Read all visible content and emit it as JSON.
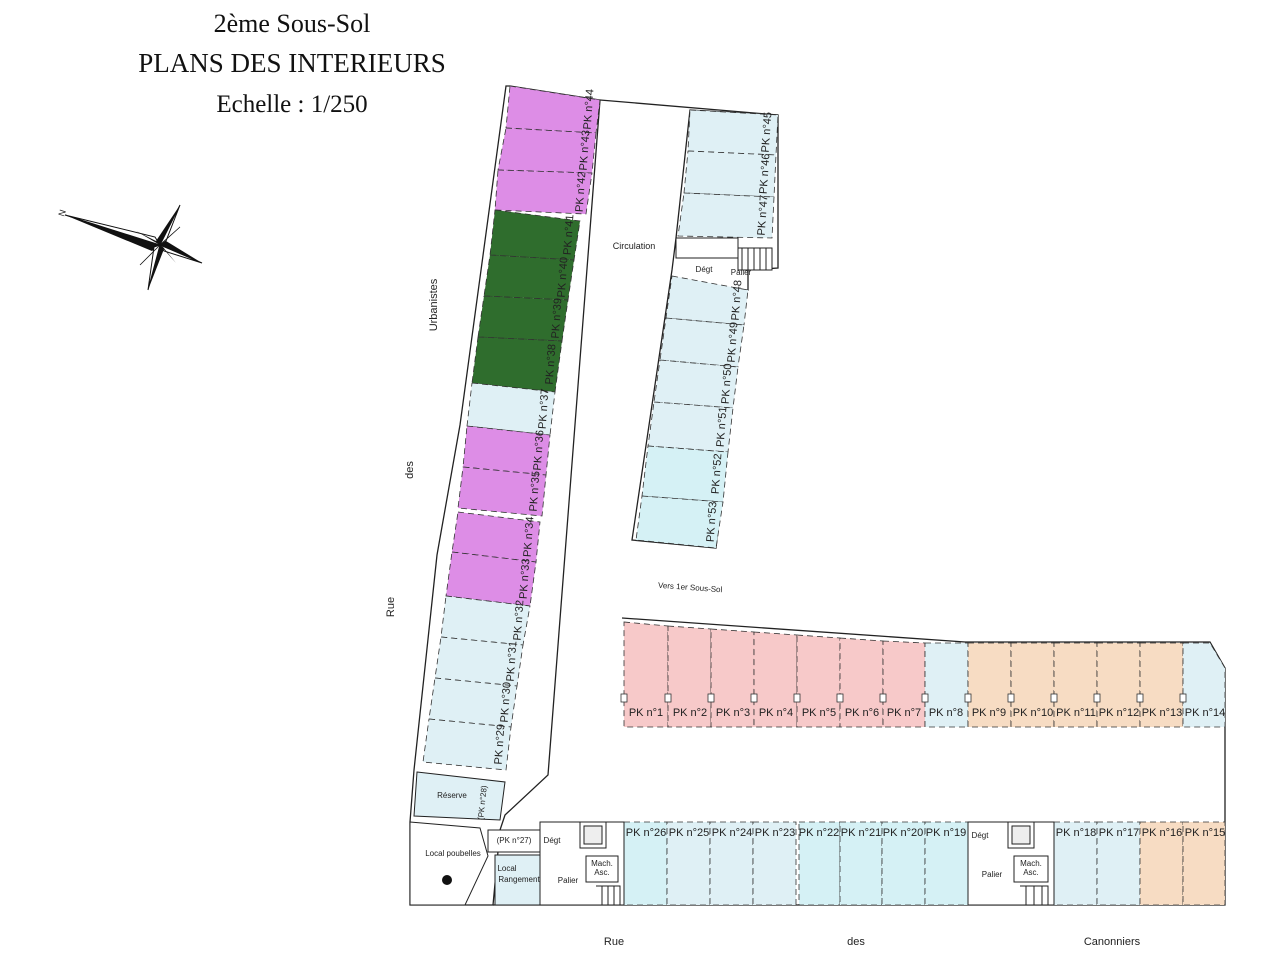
{
  "header": {
    "level": "2ème Sous-Sol",
    "title": "PLANS DES INTERIEURS",
    "scale": "Echelle : 1/250"
  },
  "compass": {
    "north_label": "N",
    "icon": "compass-rose-icon"
  },
  "labels": {
    "circulation": "Circulation",
    "degt_top": "Dégt",
    "palier_top": "Palier",
    "vers": "Vers 1er Sous-Sol",
    "reserve": "Réserve",
    "pk27": "(PK n°27)",
    "pk28": "(PK n°28)",
    "local_poubelles": "Local poubelles",
    "local_rangement_1": "Local",
    "local_rangement_2": "Rangement",
    "degt_bl": "Dégt",
    "palier_bl": "Palier",
    "mach_bl_1": "Mach.",
    "mach_bl_2": "Asc.",
    "degt_br": "Dégt",
    "palier_br": "Palier",
    "mach_br_1": "Mach.",
    "mach_br_2": "Asc."
  },
  "streets": {
    "left_rue": "Rue",
    "left_des": "des",
    "left_name": "Urbanistes",
    "bottom_rue": "Rue",
    "bottom_des": "des",
    "bottom_name": "Canonniers"
  },
  "colors": {
    "light_blue": "#dff0f5",
    "purple": "#dd8de6",
    "dark_green": "#2f6d2d",
    "pink": "#f7c9c9",
    "orange": "#f7dcc3",
    "cyan": "#d5f1f5",
    "outline": "#222222"
  },
  "parking_spaces": [
    {
      "id": "pk44",
      "label": "PK n°44",
      "color": "purple"
    },
    {
      "id": "pk43",
      "label": "PK n°43",
      "color": "purple"
    },
    {
      "id": "pk42",
      "label": "PK n°42",
      "color": "purple"
    },
    {
      "id": "pk41",
      "label": "PK n°41",
      "color": "dark_green"
    },
    {
      "id": "pk40",
      "label": "PK n°40",
      "color": "dark_green"
    },
    {
      "id": "pk39",
      "label": "PK n°39",
      "color": "dark_green"
    },
    {
      "id": "pk38",
      "label": "PK n°38",
      "color": "dark_green"
    },
    {
      "id": "pk37",
      "label": "PK n°37",
      "color": "light_blue"
    },
    {
      "id": "pk36",
      "label": "PK n°36",
      "color": "purple"
    },
    {
      "id": "pk35",
      "label": "PK n°35",
      "color": "purple"
    },
    {
      "id": "pk34",
      "label": "PK n°34",
      "color": "purple"
    },
    {
      "id": "pk33",
      "label": "PK n°33",
      "color": "purple"
    },
    {
      "id": "pk32",
      "label": "PK n°32",
      "color": "light_blue"
    },
    {
      "id": "pk31",
      "label": "PK n°31",
      "color": "light_blue"
    },
    {
      "id": "pk30",
      "label": "PK n°30",
      "color": "light_blue"
    },
    {
      "id": "pk29",
      "label": "PK n°29",
      "color": "light_blue"
    },
    {
      "id": "pk45",
      "label": "PK n°45",
      "color": "light_blue"
    },
    {
      "id": "pk46",
      "label": "PK n°46",
      "color": "light_blue"
    },
    {
      "id": "pk47",
      "label": "PK n°47",
      "color": "light_blue"
    },
    {
      "id": "pk48",
      "label": "PK n°48",
      "color": "light_blue"
    },
    {
      "id": "pk49",
      "label": "PK n°49",
      "color": "light_blue"
    },
    {
      "id": "pk50",
      "label": "PK n°50",
      "color": "light_blue"
    },
    {
      "id": "pk51",
      "label": "PK n°51",
      "color": "light_blue"
    },
    {
      "id": "pk52",
      "label": "PK n°52",
      "color": "cyan"
    },
    {
      "id": "pk53",
      "label": "PK n°53",
      "color": "cyan"
    },
    {
      "id": "pk1",
      "label": "PK n°1",
      "color": "pink"
    },
    {
      "id": "pk2",
      "label": "PK n°2",
      "color": "pink"
    },
    {
      "id": "pk3",
      "label": "PK n°3",
      "color": "pink"
    },
    {
      "id": "pk4",
      "label": "PK n°4",
      "color": "pink"
    },
    {
      "id": "pk5",
      "label": "PK n°5",
      "color": "pink"
    },
    {
      "id": "pk6",
      "label": "PK n°6",
      "color": "pink"
    },
    {
      "id": "pk7",
      "label": "PK n°7",
      "color": "pink"
    },
    {
      "id": "pk8",
      "label": "PK n°8",
      "color": "light_blue"
    },
    {
      "id": "pk9",
      "label": "PK n°9",
      "color": "orange"
    },
    {
      "id": "pk10",
      "label": "PK n°10",
      "color": "orange"
    },
    {
      "id": "pk11",
      "label": "PK n°11",
      "color": "orange"
    },
    {
      "id": "pk12",
      "label": "PK n°12",
      "color": "orange"
    },
    {
      "id": "pk13",
      "label": "PK n°13",
      "color": "orange"
    },
    {
      "id": "pk14",
      "label": "PK n°14",
      "color": "light_blue"
    },
    {
      "id": "pk26",
      "label": "PK n°26",
      "color": "cyan"
    },
    {
      "id": "pk25",
      "label": "PK n°25",
      "color": "light_blue"
    },
    {
      "id": "pk24",
      "label": "PK n°24",
      "color": "light_blue"
    },
    {
      "id": "pk23",
      "label": "PK n°23",
      "color": "light_blue"
    },
    {
      "id": "pk22",
      "label": "PK n°22",
      "color": "cyan"
    },
    {
      "id": "pk21",
      "label": "PK n°21",
      "color": "cyan"
    },
    {
      "id": "pk20",
      "label": "PK n°20",
      "color": "cyan"
    },
    {
      "id": "pk19",
      "label": "PK n°19",
      "color": "cyan"
    },
    {
      "id": "pk18",
      "label": "PK n°18",
      "color": "light_blue"
    },
    {
      "id": "pk17",
      "label": "PK n°17",
      "color": "light_blue"
    },
    {
      "id": "pk16",
      "label": "PK n°16",
      "color": "orange"
    },
    {
      "id": "pk15",
      "label": "PK n°15",
      "color": "orange"
    }
  ]
}
